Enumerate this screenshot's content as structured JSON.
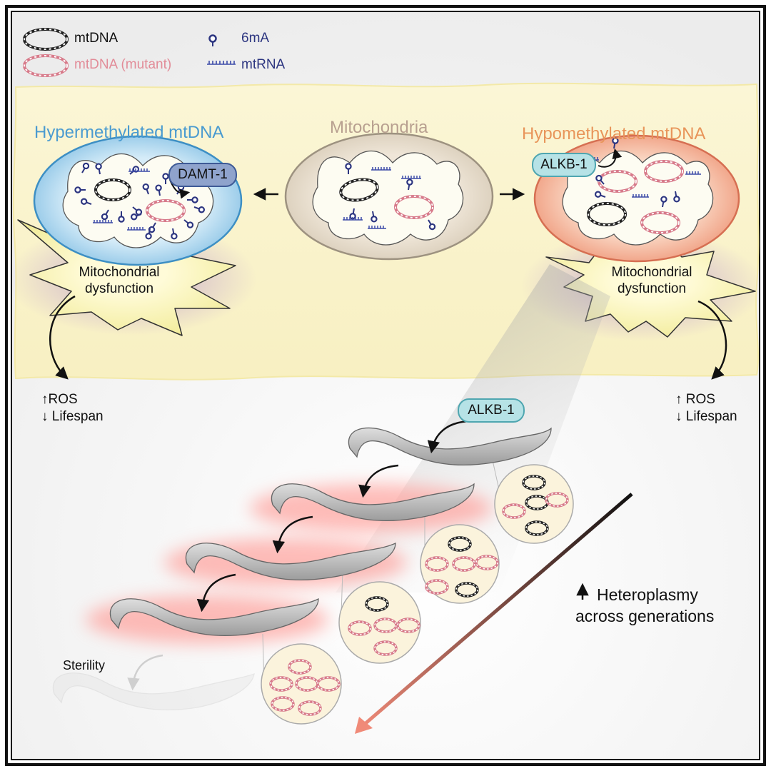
{
  "legend": {
    "mtdna": "mtDNA",
    "mtdna_mutant": "mtDNA (mutant)",
    "sixma": "6mA",
    "mtrna": "mtRNA"
  },
  "center": {
    "title": "Mitochondria"
  },
  "left": {
    "title": "Hypermethylated mtDNA",
    "enzyme": "DAMT-1",
    "dysfunction_line1": "Mitochondrial",
    "dysfunction_line2": "dysfunction",
    "effect1": "ROS",
    "effect2": "Lifespan"
  },
  "right": {
    "title": "Hypomethylated mtDNA",
    "enzyme": "ALKB-1",
    "dysfunction_line1": "Mitochondrial",
    "dysfunction_line2": "dysfunction",
    "effect1": "ROS",
    "effect2": "Lifespan"
  },
  "bottom": {
    "enzyme": "ALKB-1",
    "sterility": "Sterility",
    "heteroplasmy_line1": "Heteroplasmy",
    "heteroplasmy_line2": "across generations"
  },
  "colors": {
    "hyper_title": "#4a9bd0",
    "hypo_title": "#e8955a",
    "mito_title": "#b8a090",
    "mutant": "#d77a8a",
    "methyl": "#2c3580",
    "band": "#fbf5cf"
  },
  "icons": [
    "up-arrow-icon",
    "down-arrow-icon",
    "curved-arrow-icon",
    "worm-icon"
  ]
}
